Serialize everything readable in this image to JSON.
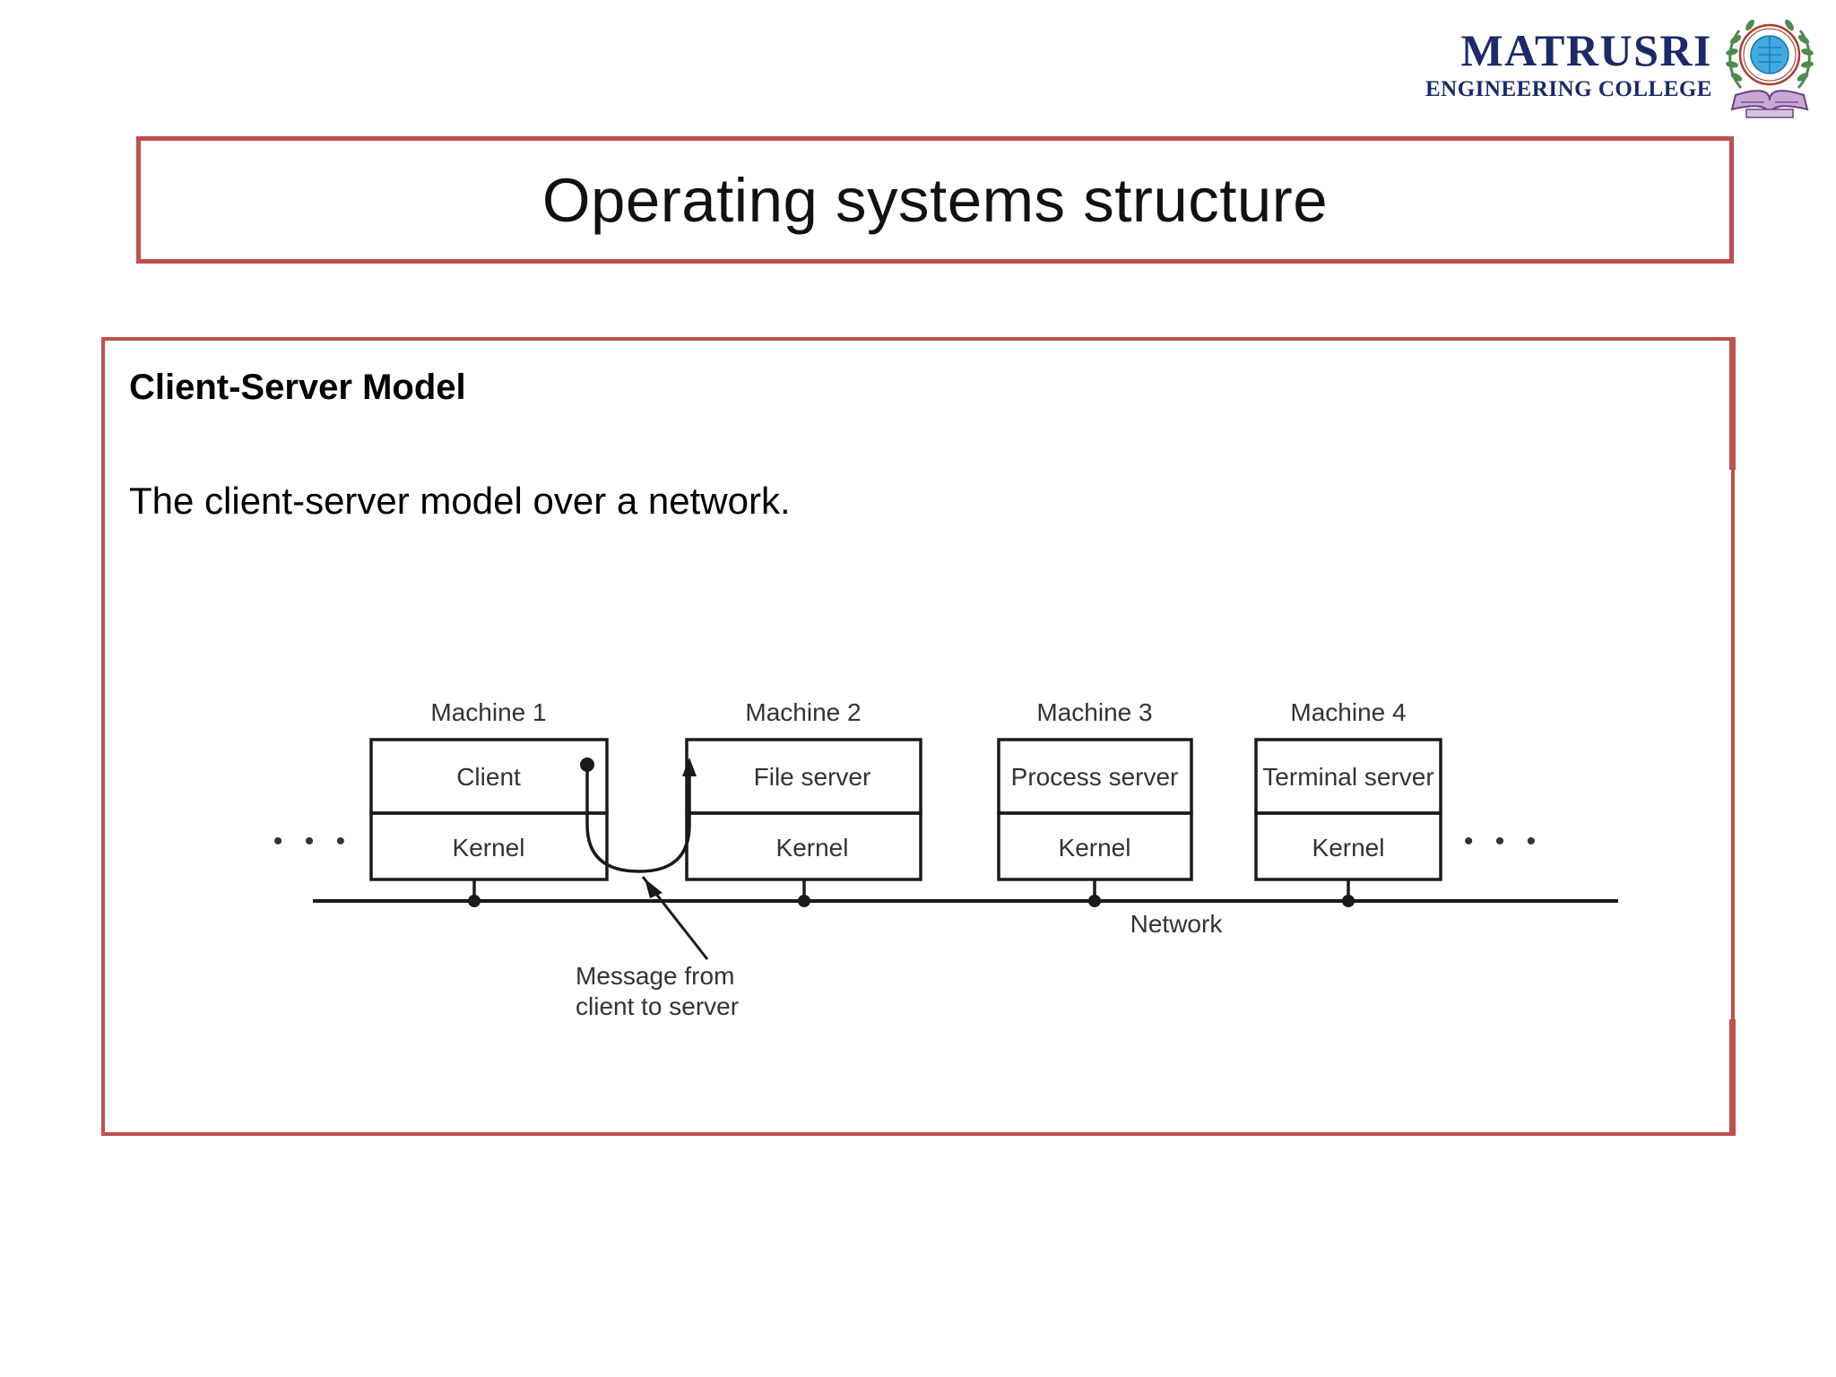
{
  "logo": {
    "name": "MATRUSRI",
    "subtitle": "ENGINEERING COLLEGE",
    "name_color": "#1b2a6b",
    "crest_icon": "college-crest-icon"
  },
  "slide": {
    "title": "Operating systems structure",
    "accent_color": "#C0504D",
    "background": "#ffffff"
  },
  "content": {
    "heading": "Client-Server Model",
    "body": "The client-server model over a network."
  },
  "diagram": {
    "type": "schematic",
    "caption": "The client-server model over a network",
    "network_label": "Network",
    "left_ellipsis": "• • •",
    "right_ellipsis": "• • •",
    "message_annotation": {
      "line1": "Message from",
      "line2": "client to server"
    },
    "machines": [
      {
        "label": "Machine 1",
        "top_layer": "Client",
        "bottom_layer": "Kernel"
      },
      {
        "label": "Machine 2",
        "top_layer": "File server",
        "bottom_layer": "Kernel"
      },
      {
        "label": "Machine 3",
        "top_layer": "Process server",
        "bottom_layer": "Kernel"
      },
      {
        "label": "Machine 4",
        "top_layer": "Terminal server",
        "bottom_layer": "Kernel"
      }
    ]
  }
}
